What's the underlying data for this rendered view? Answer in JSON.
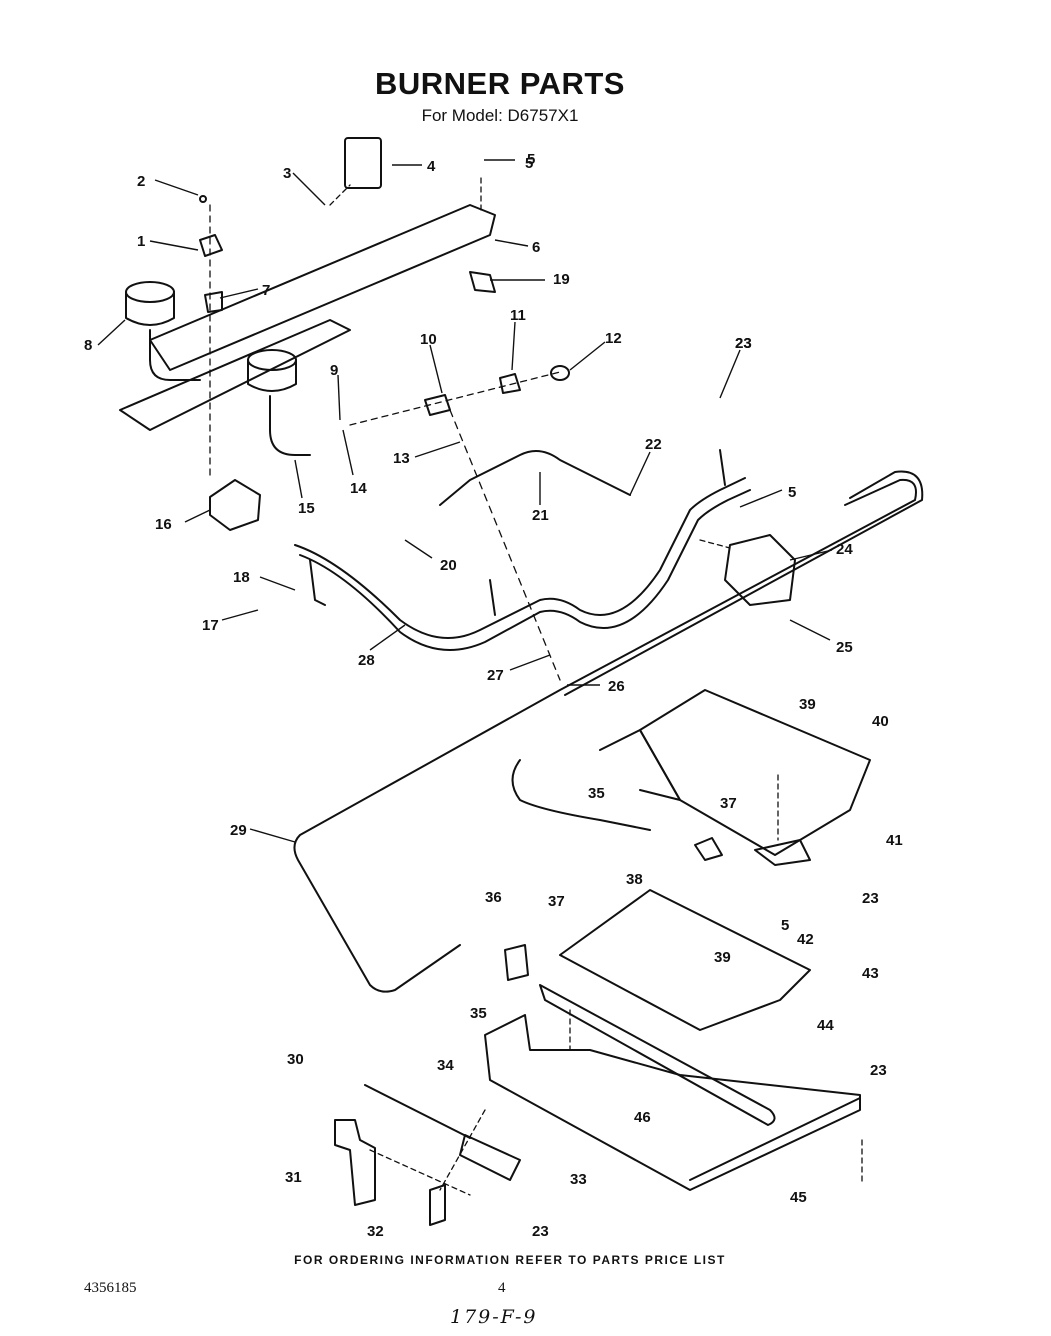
{
  "header": {
    "title": "BURNER PARTS",
    "subtitle": "For Model: D6757X1"
  },
  "footer": {
    "ordering_note": "FOR ORDERING INFORMATION REFER TO PARTS PRICE LIST",
    "doc_number": "4356185",
    "page_number": "4",
    "handwritten_note": "179-F-9"
  },
  "callouts": [
    "1",
    "2",
    "3",
    "4",
    "5",
    "6",
    "7",
    "8",
    "9",
    "10",
    "11",
    "12",
    "13",
    "14",
    "15",
    "16",
    "17",
    "18",
    "19",
    "20",
    "21",
    "22",
    "23",
    "24",
    "25",
    "26",
    "27",
    "28",
    "29",
    "30",
    "31",
    "32",
    "33",
    "34",
    "35",
    "36",
    "37",
    "38",
    "39",
    "40",
    "41",
    "42",
    "43",
    "44",
    "45",
    "46",
    "5",
    "23",
    "5",
    "23",
    "35",
    "37",
    "39",
    "23",
    "23",
    "5"
  ]
}
